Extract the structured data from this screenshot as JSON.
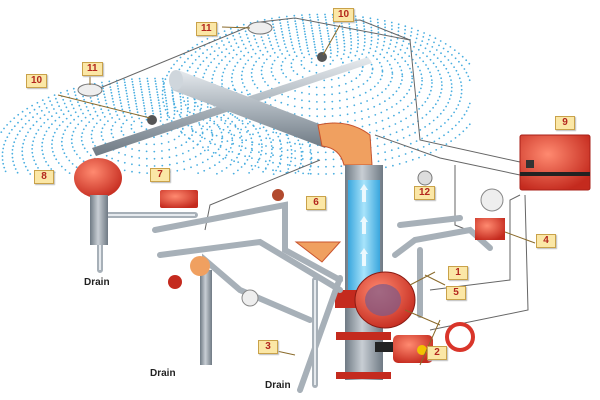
{
  "diagram": {
    "labels": [
      {
        "id": "1",
        "text": "1"
      },
      {
        "id": "2",
        "text": "2"
      },
      {
        "id": "3",
        "text": "3"
      },
      {
        "id": "4",
        "text": "4"
      },
      {
        "id": "5",
        "text": "5"
      },
      {
        "id": "6",
        "text": "6"
      },
      {
        "id": "7",
        "text": "7"
      },
      {
        "id": "8",
        "text": "8"
      },
      {
        "id": "9",
        "text": "9"
      },
      {
        "id": "10a",
        "text": "10"
      },
      {
        "id": "10b",
        "text": "10"
      },
      {
        "id": "11a",
        "text": "11"
      },
      {
        "id": "11b",
        "text": "11"
      },
      {
        "id": "12",
        "text": "12"
      }
    ],
    "drain_label": "Drain",
    "colors": {
      "pipe": "#aab3bb",
      "valve": "#d9352a",
      "fitting": "#f0a060",
      "water": "#5cc6ee",
      "spray": "#4aaee0",
      "tag_bg": "#fbe7a6"
    }
  }
}
